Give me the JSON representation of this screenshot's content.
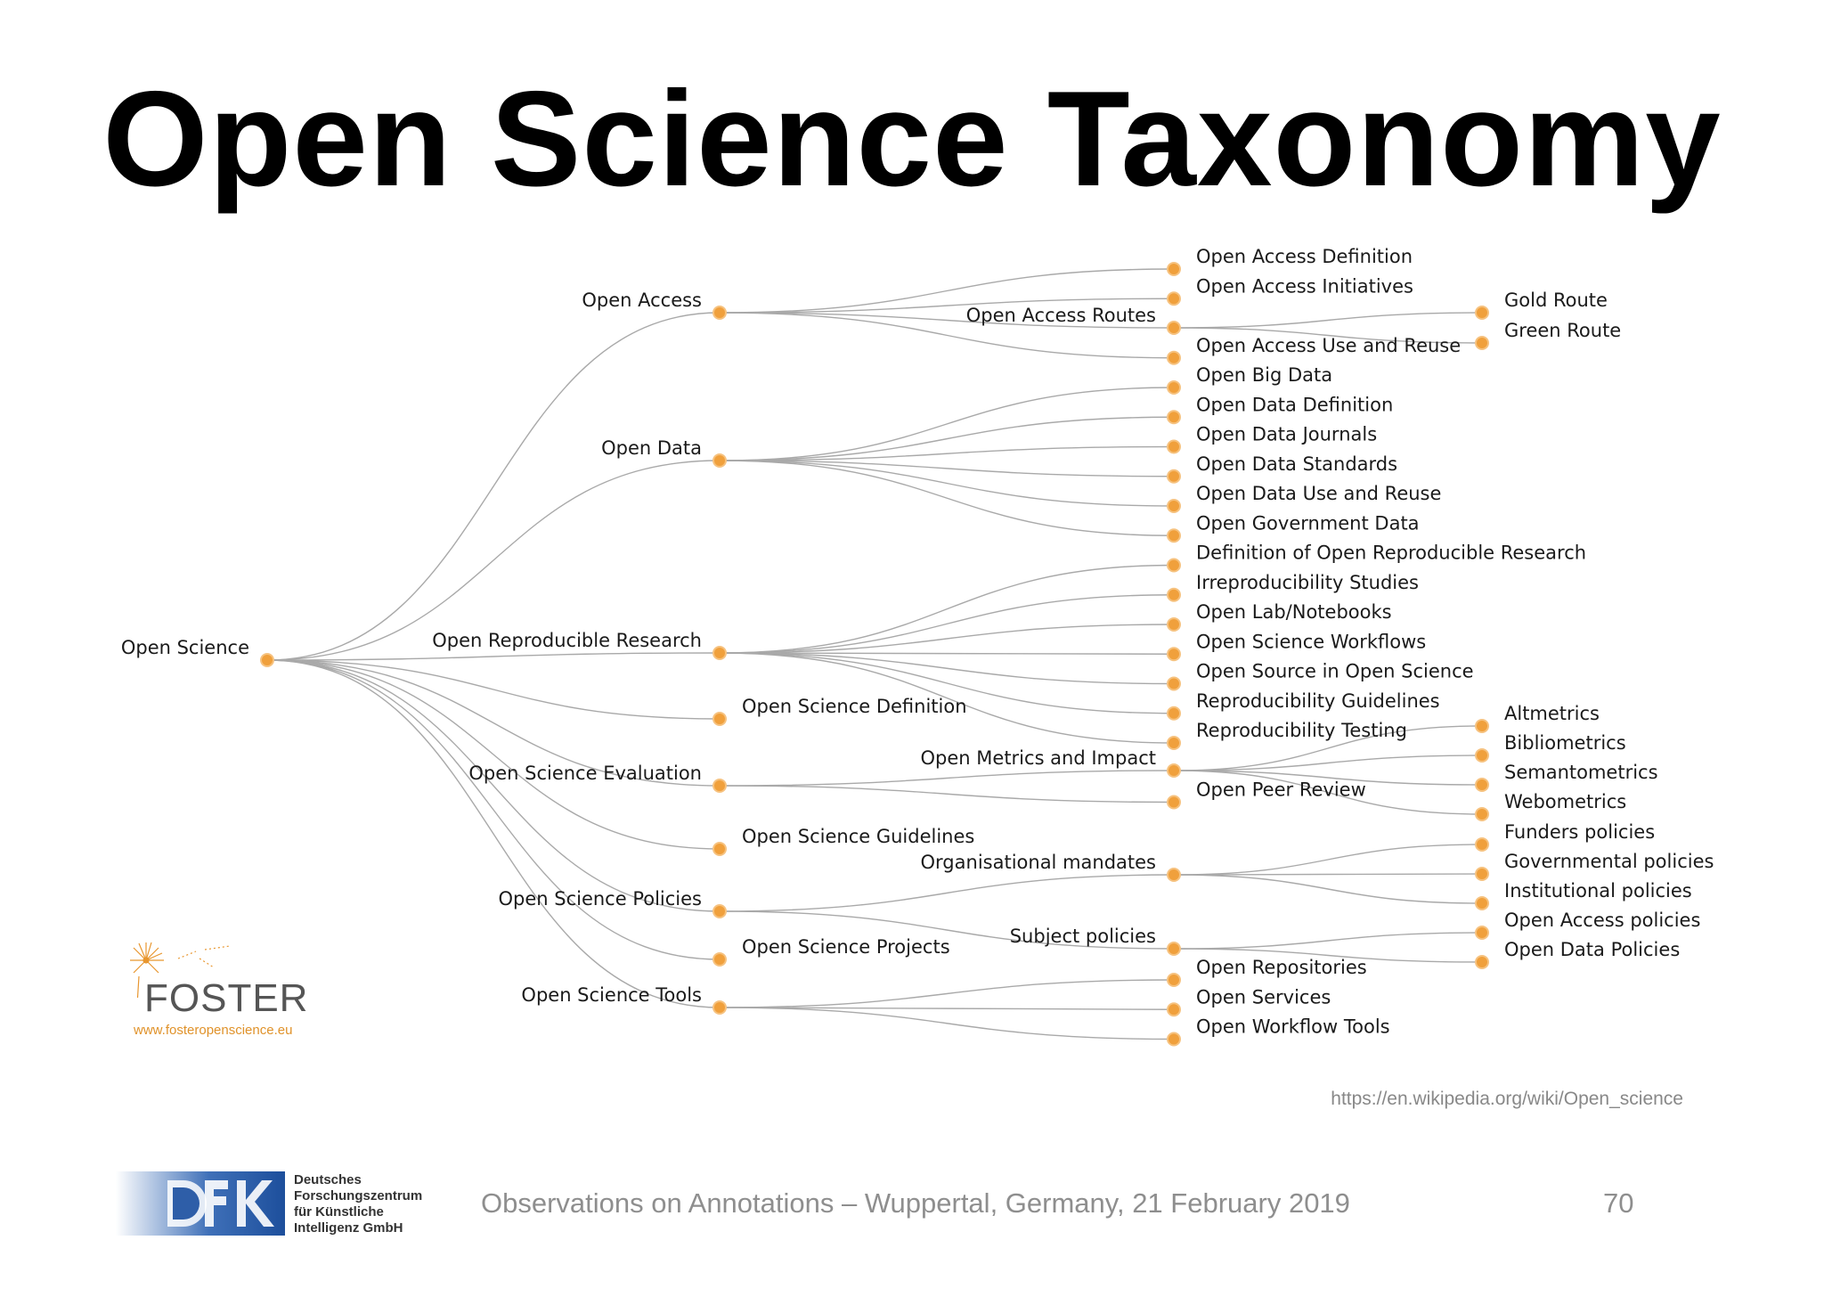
{
  "slide": {
    "title": "Open Science Taxonomy",
    "source_url": "https://en.wikipedia.org/wiki/Open_science",
    "footer": "Observations on Annotations – Wuppertal, Germany, 21 February 2019",
    "page_number": "70"
  },
  "foster_logo": {
    "wordmark": "FOSTER",
    "url": "www.fosteropenscience.eu",
    "accent_color": "#e8962e"
  },
  "dfki_logo": {
    "lines": [
      "Deutsches",
      "Forschungszentrum",
      "für Künstliche",
      "Intelligenz GmbH"
    ]
  },
  "colors": {
    "node": "#f0a03c",
    "link": "#a9a9a9",
    "text": "#1a1a1a"
  },
  "tree": {
    "root": "Open Science",
    "children": [
      {
        "label": "Open Access",
        "children": [
          {
            "label": "Open Access Definition"
          },
          {
            "label": "Open Access Initiatives"
          },
          {
            "label": "Open Access Routes",
            "children": [
              {
                "label": "Gold Route"
              },
              {
                "label": "Green Route"
              }
            ]
          },
          {
            "label": "Open Access Use and Reuse"
          }
        ]
      },
      {
        "label": "Open Data",
        "children": [
          {
            "label": "Open Big Data"
          },
          {
            "label": "Open Data Definition"
          },
          {
            "label": "Open Data Journals"
          },
          {
            "label": "Open Data Standards"
          },
          {
            "label": "Open Data Use and Reuse"
          },
          {
            "label": "Open Government Data"
          }
        ]
      },
      {
        "label": "Open Reproducible Research",
        "children": [
          {
            "label": "Definition of Open Reproducible Research"
          },
          {
            "label": "Irreproducibility Studies"
          },
          {
            "label": "Open Lab/Notebooks"
          },
          {
            "label": "Open Science Workflows"
          },
          {
            "label": "Open Source in Open Science"
          },
          {
            "label": "Reproducibility Guidelines"
          },
          {
            "label": "Reproducibility Testing"
          }
        ]
      },
      {
        "label": "Open Science Definition"
      },
      {
        "label": "Open Science Evaluation",
        "children": [
          {
            "label": "Open Metrics and Impact",
            "children": [
              {
                "label": "Altmetrics"
              },
              {
                "label": "Bibliometrics"
              },
              {
                "label": "Semantometrics"
              },
              {
                "label": "Webometrics"
              }
            ]
          },
          {
            "label": "Open Peer Review"
          }
        ]
      },
      {
        "label": "Open Science Guidelines"
      },
      {
        "label": "Open Science Policies",
        "children": [
          {
            "label": "Organisational mandates",
            "children": [
              {
                "label": "Funders policies"
              },
              {
                "label": "Governmental policies"
              },
              {
                "label": "Institutional policies"
              }
            ]
          },
          {
            "label": "Subject policies",
            "children": [
              {
                "label": "Open Access policies"
              },
              {
                "label": "Open Data Policies"
              }
            ]
          }
        ]
      },
      {
        "label": "Open Science Projects"
      },
      {
        "label": "Open Science Tools",
        "children": [
          {
            "label": "Open Repositories"
          },
          {
            "label": "Open Services"
          },
          {
            "label": "Open Workflow Tools"
          }
        ]
      }
    ]
  }
}
